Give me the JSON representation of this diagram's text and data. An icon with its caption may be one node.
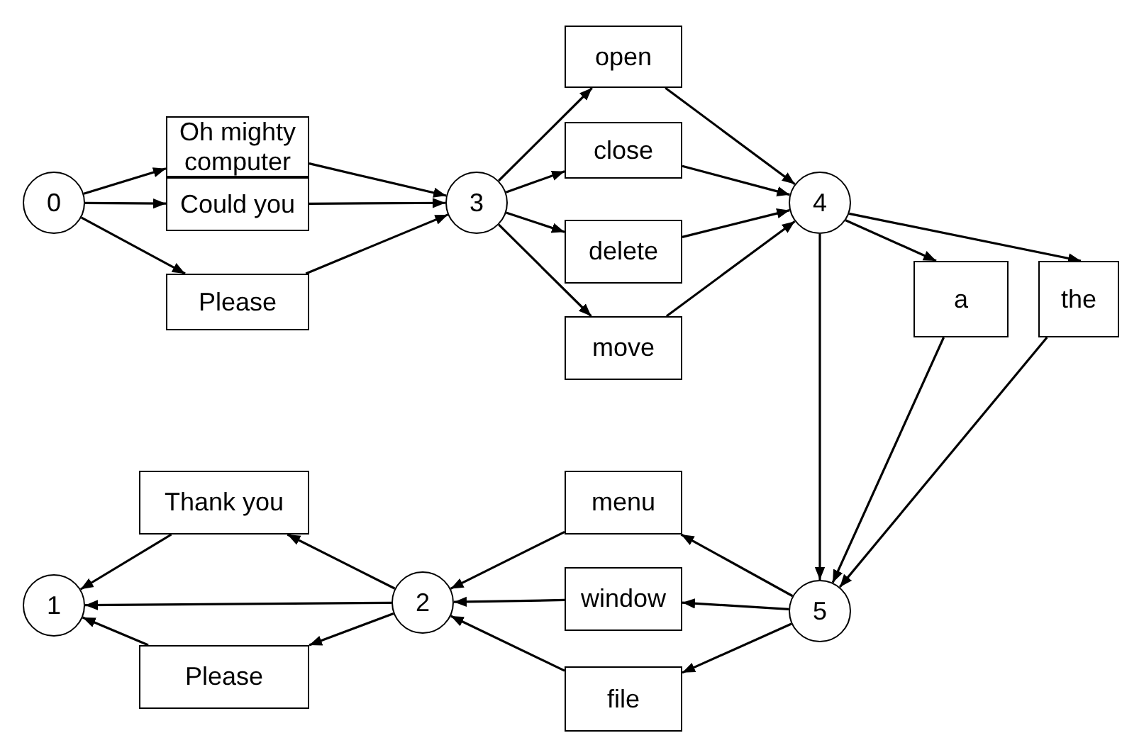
{
  "diagram": {
    "nodes": [
      {
        "text": [
          "0"
        ]
      },
      {
        "text": [
          "Oh mighty computer"
        ]
      },
      {
        "text": [
          "Could you"
        ]
      },
      {
        "text": [
          "Please"
        ]
      },
      {
        "text": [
          "3"
        ]
      },
      {
        "text": [
          "open"
        ]
      },
      {
        "text": [
          "close"
        ]
      },
      {
        "text": [
          "delete"
        ]
      },
      {
        "text": [
          "move"
        ]
      },
      {
        "text": [
          "4"
        ]
      },
      {
        "text": [
          "a"
        ]
      },
      {
        "text": [
          "the"
        ]
      },
      {
        "text": [
          "Thank you"
        ]
      },
      {
        "text": [
          "menu"
        ]
      },
      {
        "text": [
          "1"
        ]
      },
      {
        "text": [
          "2"
        ]
      },
      {
        "text": [
          "window"
        ]
      },
      {
        "text": [
          "5"
        ]
      },
      {
        "text": [
          "Please"
        ]
      },
      {
        "text": [
          "file"
        ]
      }
    ],
    "edges": [
      {
        "from": 0,
        "to": 1,
        "arrow": "to"
      },
      {
        "from": 0,
        "to": 2,
        "arrow": "to"
      },
      {
        "from": 0,
        "to": 3,
        "arrow": "to"
      },
      {
        "from": 1,
        "to": 4,
        "arrow": "to"
      },
      {
        "from": 2,
        "to": 4,
        "arrow": "to"
      },
      {
        "from": 3,
        "to": 4,
        "arrow": "to"
      },
      {
        "from": 4,
        "to": 5,
        "arrow": "to"
      },
      {
        "from": 4,
        "to": 6,
        "arrow": "to"
      },
      {
        "from": 4,
        "to": 7,
        "arrow": "to"
      },
      {
        "from": 4,
        "to": 8,
        "arrow": "to"
      },
      {
        "from": 5,
        "to": 9,
        "arrow": "to"
      },
      {
        "from": 6,
        "to": 9,
        "arrow": "to"
      },
      {
        "from": 7,
        "to": 9,
        "arrow": "to"
      },
      {
        "from": 8,
        "to": 9,
        "arrow": "to"
      },
      {
        "from": 9,
        "to": 10,
        "arrow": "to"
      },
      {
        "from": 9,
        "to": 11,
        "arrow": "to"
      },
      {
        "from": 9,
        "to": 17,
        "arrow": "to"
      },
      {
        "from": 10,
        "to": 17,
        "arrow": "to"
      },
      {
        "from": 11,
        "to": 17,
        "arrow": "to"
      },
      {
        "from": 17,
        "to": 13,
        "arrow": "to"
      },
      {
        "from": 17,
        "to": 16,
        "arrow": "to"
      },
      {
        "from": 17,
        "to": 19,
        "arrow": "to"
      },
      {
        "from": 13,
        "to": 15,
        "arrow": "to"
      },
      {
        "from": 16,
        "to": 15,
        "arrow": "to"
      },
      {
        "from": 19,
        "to": 15,
        "arrow": "to"
      },
      {
        "from": 15,
        "to": 12,
        "arrow": "to"
      },
      {
        "from": 15,
        "to": 14,
        "arrow": "to"
      },
      {
        "from": 15,
        "to": 18,
        "arrow": "to"
      },
      {
        "from": 12,
        "to": 14,
        "arrow": "to"
      },
      {
        "from": 18,
        "to": 14,
        "arrow": "to"
      }
    ]
  }
}
